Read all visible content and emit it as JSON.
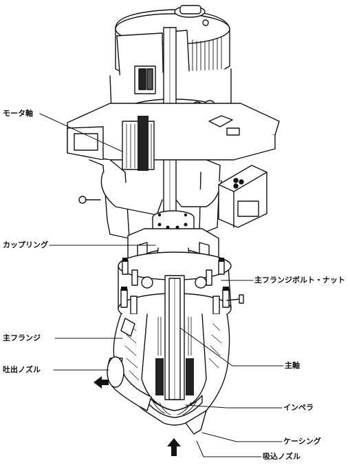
{
  "labels": {
    "motor_shaft": "モータ軸",
    "coupling": "カップリング",
    "main_flange_bolt_nut": "主フランジボルト・ナット",
    "main_flange": "主フランジ",
    "discharge_nozzle": "吐出ノズル",
    "main_shaft": "主軸",
    "impeller": "インペラ",
    "casing": "ケーシング",
    "suction_nozzle": "吸込ノズル"
  }
}
